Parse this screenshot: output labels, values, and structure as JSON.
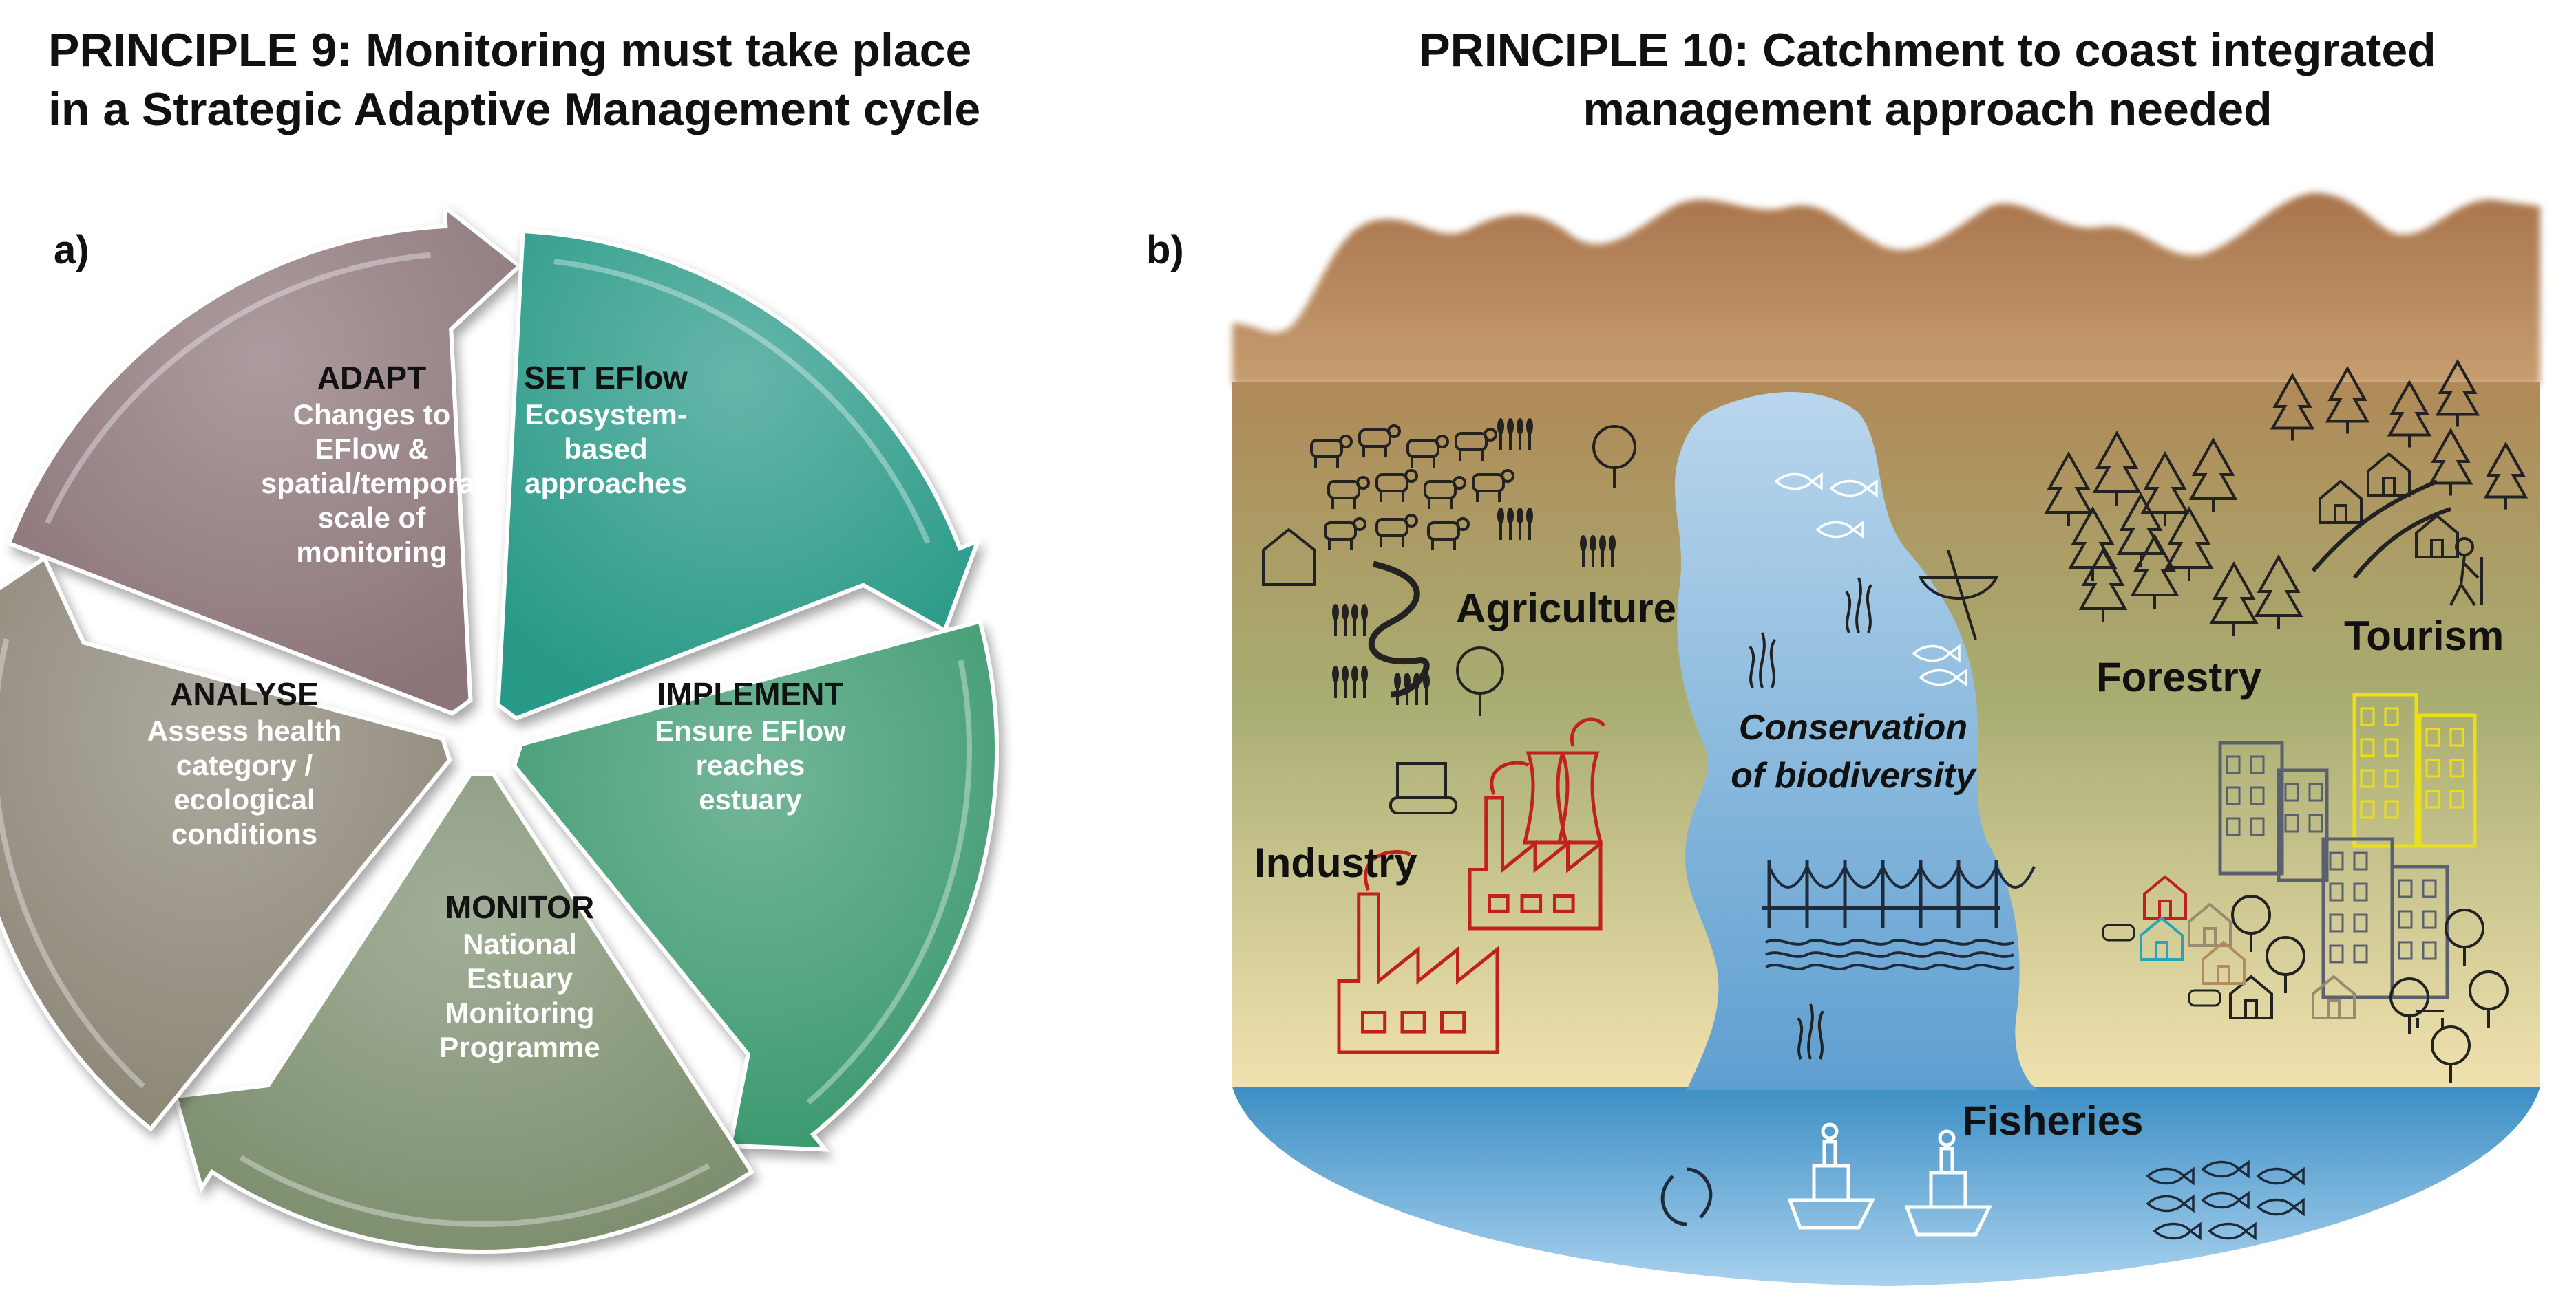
{
  "principle9": {
    "heading_line1": "PRINCIPLE 9: Monitoring must take place",
    "heading_line2": "in a Strategic Adaptive Management cycle",
    "panel_label": "a)",
    "segments": [
      {
        "title": "ADAPT",
        "lines": [
          "Changes to",
          "EFlow &",
          "spatial/temporal",
          "scale of",
          "monitoring"
        ],
        "color": "#8c7478"
      },
      {
        "title": "SET EFlow",
        "lines": [
          "Ecosystem-",
          "based",
          "approaches"
        ],
        "color": "#2c9a88"
      },
      {
        "title": "IMPLEMENT",
        "lines": [
          "Ensure EFlow",
          "reaches",
          "estuary"
        ],
        "color": "#3e9a70"
      },
      {
        "title": "MONITOR",
        "lines": [
          "National",
          "Estuary",
          "Monitoring",
          "Programme"
        ],
        "color": "#7e9070"
      },
      {
        "title": "ANALYSE",
        "lines": [
          "Assess health",
          "category /",
          "ecological",
          "conditions"
        ],
        "color": "#8d8778"
      }
    ]
  },
  "principle10": {
    "heading_line1": "PRINCIPLE 10: Catchment to coast integrated",
    "heading_line2": "management approach needed",
    "panel_label": "b)",
    "labels": {
      "agriculture": "Agriculture",
      "industry": "Industry",
      "conservation_line1": "Conservation",
      "conservation_line2": "of biodiversity",
      "forestry": "Forestry",
      "tourism": "Tourism",
      "fisheries": "Fisheries"
    },
    "colors": {
      "mountains": "#a8744c",
      "land_top": "#b08a58",
      "land_mid": "#a8ad72",
      "land_bottom": "#f1e2b0",
      "river": "#7db2da",
      "sea": "#2f7eb3",
      "industry_red": "#c0221b",
      "tourism_yellow": "#ecdf17"
    }
  }
}
